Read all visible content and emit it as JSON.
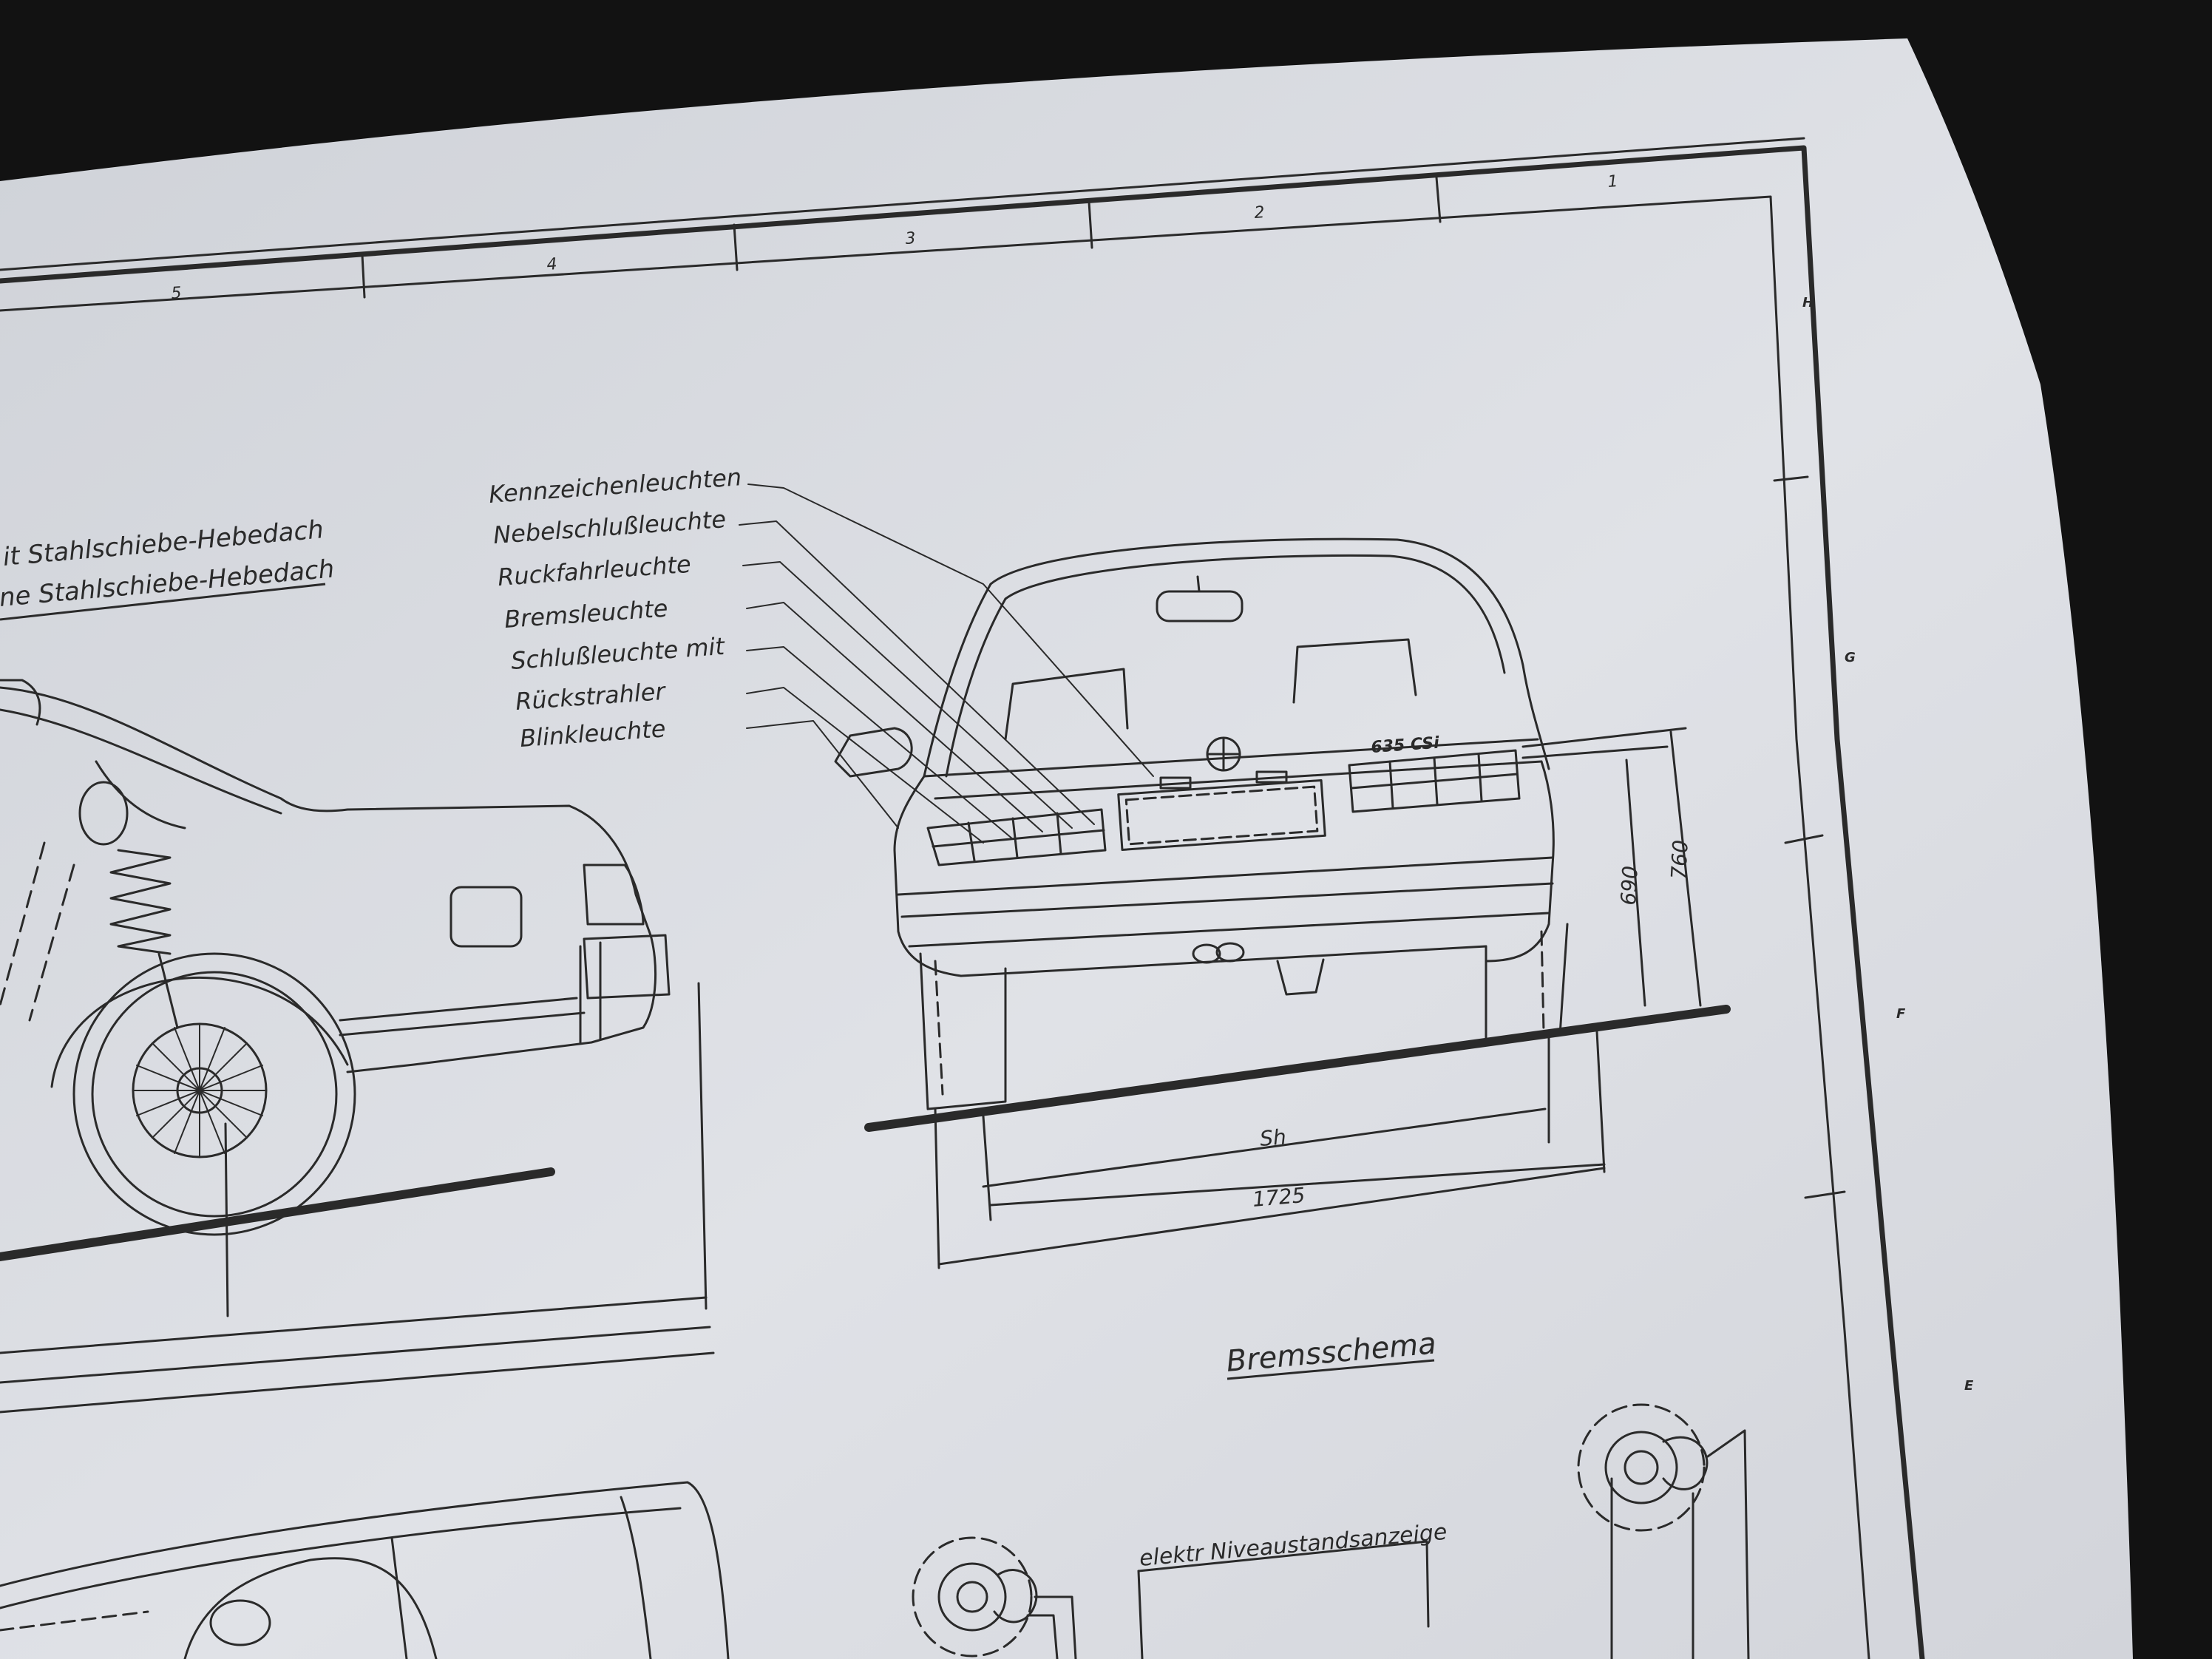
{
  "grid": {
    "columns": [
      "5",
      "4",
      "3",
      "2",
      "1"
    ],
    "rows": [
      "H",
      "G",
      "F",
      "E"
    ]
  },
  "side_view": {
    "roof_labels": [
      "mit Stahlschiebe-Hebedach",
      "ohne Stahlschiebe-Hebedach"
    ],
    "roof_labels_visible": [
      "it Stahlschiebe-Hebedach",
      "ne Stahlschiebe-Hebedach"
    ]
  },
  "rear_view": {
    "callouts": [
      "Kennzeichenleuchten",
      "Nebelschlußleuchte",
      "Ruckfahrleuchte",
      "Bremsleuchte",
      "Schlußleuchte mit",
      "Rückstrahler",
      "Blinkleuchte"
    ],
    "badge": "635 CSi",
    "dimensions": {
      "height_a": "690",
      "height_b": "760",
      "track": "Sh",
      "width": "1725"
    }
  },
  "brake_section": {
    "title": "Bremsschema",
    "note": "elektr Niveaustandsanzeige"
  },
  "colors": {
    "paper": "#dfe1e6",
    "ink": "#2a2a2a",
    "background": "#121212"
  }
}
